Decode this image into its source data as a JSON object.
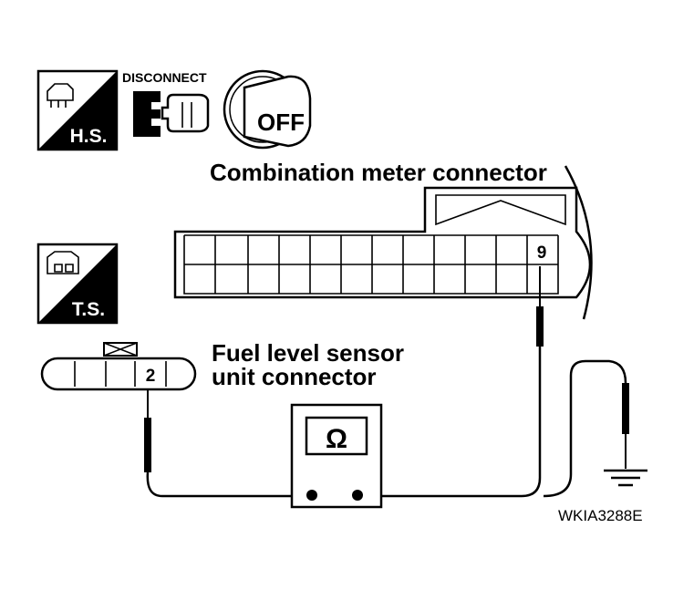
{
  "badges": {
    "hs": "H.S.",
    "ts": "T.S."
  },
  "disconnect_label": "DISCONNECT",
  "ignition_label": "OFF",
  "combination_meter": {
    "title": "Combination meter connector",
    "terminal": "9"
  },
  "fuel_sensor": {
    "title_line1": "Fuel level sensor",
    "title_line2": "unit connector",
    "terminal": "2"
  },
  "meter_symbol": "Ω",
  "figure_code": "WKIA3288E",
  "icons": [
    "harness-side-icon",
    "terminal-side-icon",
    "disconnect-icon",
    "ignition-key-icon",
    "ground-icon",
    "ohmmeter-icon"
  ],
  "colors": {
    "ink": "#000000",
    "paper": "#ffffff"
  }
}
